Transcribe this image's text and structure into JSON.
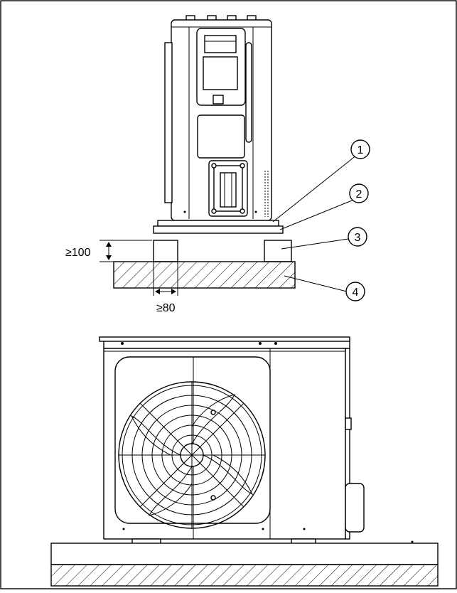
{
  "diagram": {
    "dimension_height": "≥100",
    "dimension_width": "≥80",
    "callouts": [
      "1",
      "2",
      "3",
      "4"
    ]
  }
}
